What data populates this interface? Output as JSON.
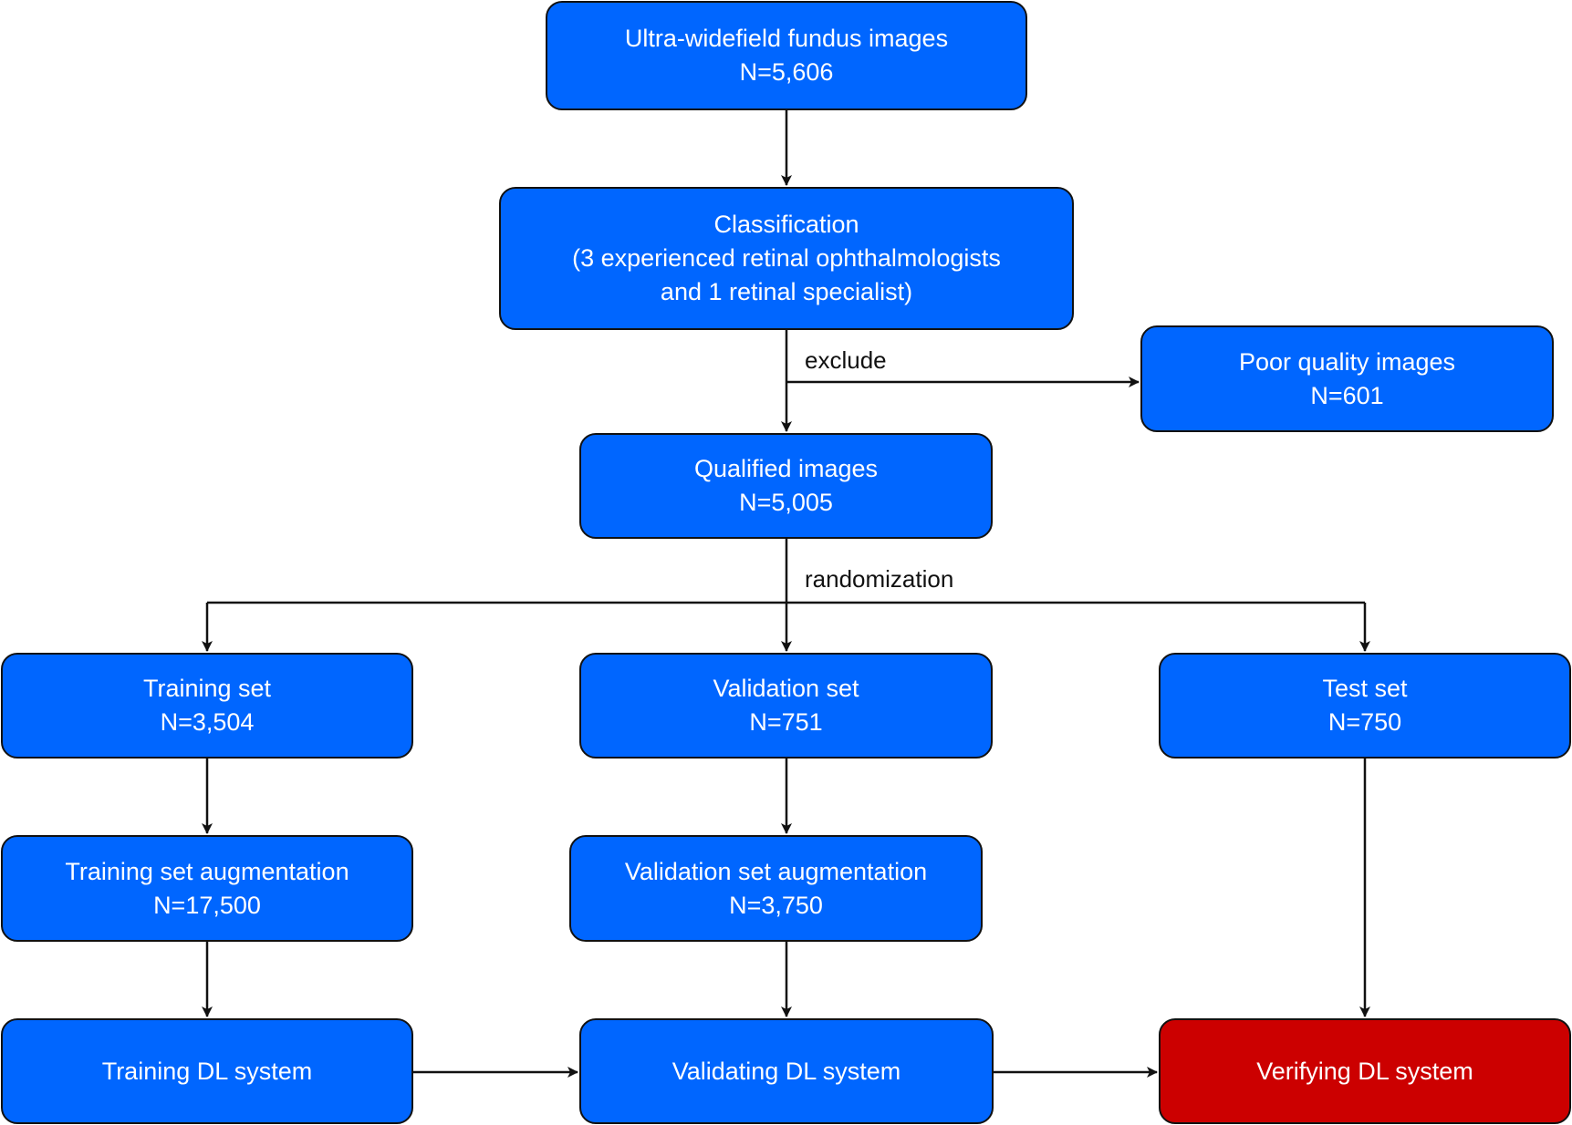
{
  "nodes": {
    "fundus": {
      "line1": "Ultra-widefield fundus images",
      "line2": "N=5,606"
    },
    "classification": {
      "line1": "Classification",
      "line2": "(3 experienced retinal ophthalmologists",
      "line3": "and 1 retinal specialist)"
    },
    "poor_quality": {
      "line1": "Poor quality images",
      "line2": "N=601"
    },
    "qualified": {
      "line1": "Qualified images",
      "line2": "N=5,005"
    },
    "training_set": {
      "line1": "Training set",
      "line2": "N=3,504"
    },
    "validation_set": {
      "line1": "Validation set",
      "line2": "N=751"
    },
    "test_set": {
      "line1": "Test set",
      "line2": "N=750"
    },
    "training_aug": {
      "line1": "Training set augmentation",
      "line2": "N=17,500"
    },
    "validation_aug": {
      "line1": "Validation set augmentation",
      "line2": "N=3,750"
    },
    "training_dl": {
      "line1": "Training DL system"
    },
    "validating_dl": {
      "line1": "Validating DL system"
    },
    "verifying_dl": {
      "line1": "Verifying DL system"
    }
  },
  "edge_labels": {
    "exclude": "exclude",
    "randomization": "randomization"
  },
  "colors": {
    "node_fill": "#0066ff",
    "final_node_fill": "#cc0000",
    "border": "#111111",
    "arrow": "#111111"
  }
}
